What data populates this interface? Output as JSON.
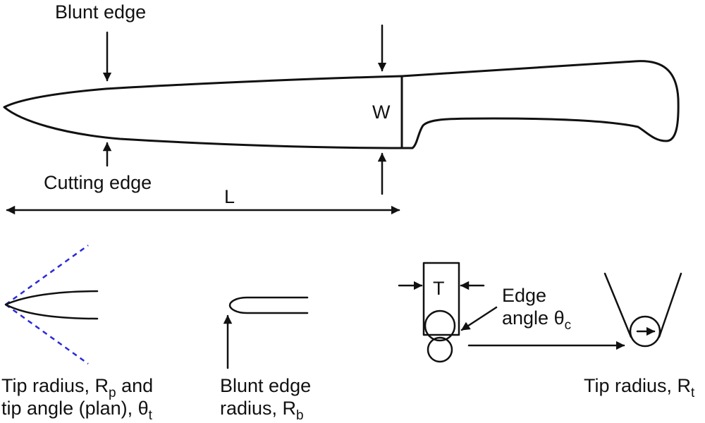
{
  "labels": {
    "blunt_edge": "Blunt edge",
    "cutting_edge": "Cutting edge",
    "width": "W",
    "length": "L",
    "thickness": "T",
    "tip_caption_line1": "Tip radius, R",
    "tip_caption_sub1": "p",
    "tip_caption_and": " and",
    "tip_caption_line2": "tip angle (plan), θ",
    "tip_caption_sub2": "t",
    "blunt_caption_line1": "Blunt edge",
    "blunt_caption_line2": "radius, R",
    "blunt_caption_sub": "b",
    "edge_angle_line1": "Edge",
    "edge_angle_line2": "angle θ",
    "edge_angle_sub": "c",
    "edge_tip_caption": "Tip radius, R",
    "edge_tip_sub": "t"
  },
  "colors": {
    "ink": "#111111",
    "dashed_angle": "#2a2ad8"
  }
}
